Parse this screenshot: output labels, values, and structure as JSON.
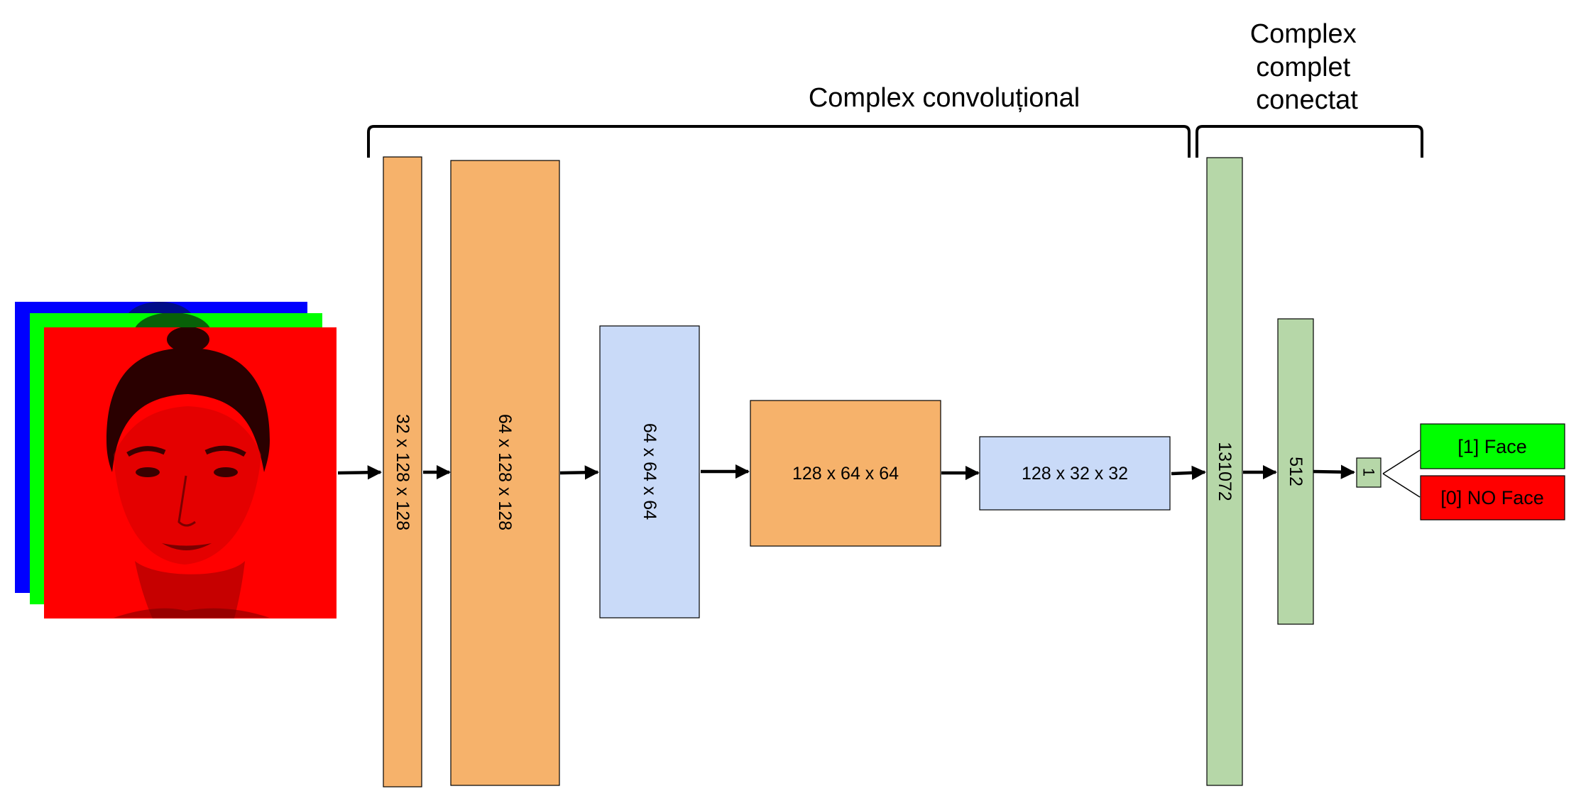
{
  "colors": {
    "conv_orange": "#f6b26b",
    "pool_blue": "#c9daf8",
    "dense_green": "#b6d7a8",
    "channel_blue": "#0000ff",
    "channel_green": "#00ff00",
    "channel_red": "#ff0000",
    "face_green": "#00ff00",
    "noface_red": "#ff0000"
  },
  "input": {
    "channels": [
      "blue-channel",
      "green-channel",
      "red-channel"
    ],
    "picture": "face photo"
  },
  "groups": {
    "convolutional": "Complex convoluțional",
    "fully_connected": [
      "Complex",
      "complet",
      "conectat"
    ]
  },
  "layers": [
    {
      "label": "32 x 128 x 128",
      "kind": "conv",
      "orientation": "vertical"
    },
    {
      "label": "64 x 128 x 128",
      "kind": "conv",
      "orientation": "vertical"
    },
    {
      "label": "64 x 64 x 64",
      "kind": "pool",
      "orientation": "vertical"
    },
    {
      "label": "128 x 64 x 64",
      "kind": "conv",
      "orientation": "horizontal"
    },
    {
      "label": "128 x 32 x 32",
      "kind": "pool",
      "orientation": "horizontal"
    },
    {
      "label": "131072",
      "kind": "dense",
      "orientation": "vertical"
    },
    {
      "label": "512",
      "kind": "dense",
      "orientation": "vertical"
    },
    {
      "label": "1",
      "kind": "dense",
      "orientation": "vertical"
    }
  ],
  "outputs": {
    "face": "[1] Face",
    "no_face": "[0] NO Face"
  }
}
